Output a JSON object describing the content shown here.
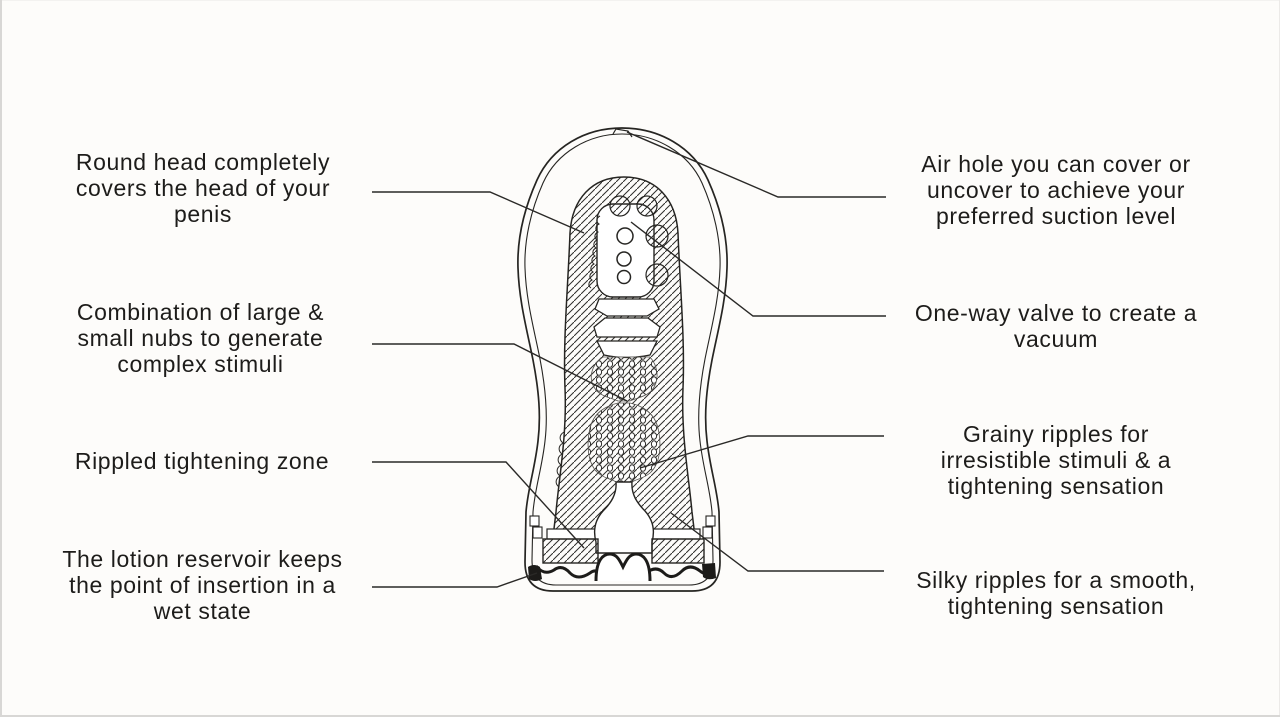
{
  "colors": {
    "background": "#fdfcfa",
    "ink": "#24231f",
    "edge_shadow": "#d8d7d5"
  },
  "labels": {
    "round_head": {
      "lines": [
        "Round head completely",
        "covers the head of your",
        "penis"
      ]
    },
    "nubs": {
      "lines": [
        "Combination of large &",
        "small nubs to generate",
        "complex stimuli"
      ]
    },
    "rippled": {
      "lines": [
        "Rippled tightening zone"
      ]
    },
    "lotion": {
      "lines": [
        "The lotion reservoir keeps",
        "the point of insertion in a",
        "wet state"
      ]
    },
    "air_hole": {
      "lines": [
        "Air hole you can cover or",
        "uncover to achieve your",
        "preferred suction level"
      ]
    },
    "one_way_valve": {
      "lines": [
        "One-way valve to create a",
        "vacuum"
      ]
    },
    "grainy": {
      "lines": [
        "Grainy ripples for",
        "irresistible stimuli & a",
        "tightening sensation"
      ]
    },
    "silky": {
      "lines": [
        "Silky ripples for a smooth,",
        "tightening sensation"
      ]
    }
  }
}
